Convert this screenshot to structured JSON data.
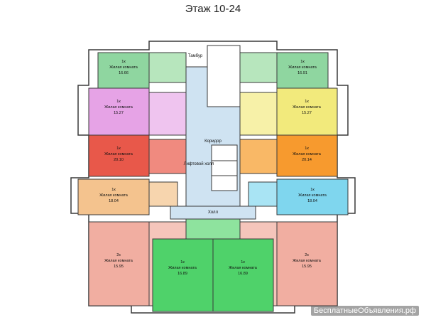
{
  "title": "Этаж 10-24",
  "watermark": "БесплатныеОбъявления.рф",
  "labels": {
    "corridor": "Коридор",
    "hall": "Холл",
    "lift_hall": "Лифтовой холл",
    "vestibule": "Тамбур"
  },
  "colors": {
    "green": "#8fd6a0",
    "light_green": "#b7e6bd",
    "magenta": "#e6a3e6",
    "red": "#e8584a",
    "orange_light": "#f4c38e",
    "orange": "#f79a2e",
    "yellow": "#f2ea7c",
    "cyan": "#7fd6ee",
    "salmon": "#f1aea1",
    "bright_green": "#4fd26a",
    "blue_light": "#cfe3f2",
    "wall": "#3a3a3a"
  },
  "apartments": [
    {
      "id": "ne-green",
      "tag": "1к",
      "room": "Жилая комната",
      "area": "16.91"
    },
    {
      "id": "nw-green",
      "tag": "1к",
      "room": "Жилая комната",
      "area": "16.66"
    },
    {
      "id": "w-magenta",
      "tag": "1к",
      "room": "Жилая комната",
      "area": "15.27"
    },
    {
      "id": "e-yellow",
      "tag": "1к",
      "room": "Жилая комната",
      "area": "15.27"
    },
    {
      "id": "w-red",
      "tag": "1к",
      "room": "Жилая комната",
      "area": "20.10"
    },
    {
      "id": "e-orange",
      "tag": "1к",
      "room": "Жилая комната",
      "area": "20.14"
    },
    {
      "id": "w-orange-light",
      "tag": "1к",
      "room": "Жилая комната",
      "area": "18.04"
    },
    {
      "id": "e-cyan",
      "tag": "1к",
      "room": "Жилая комната",
      "area": "18.04"
    },
    {
      "id": "sw-salmon",
      "tag": "2к",
      "room": "Жилая комната",
      "area": "15.95"
    },
    {
      "id": "se-salmon",
      "tag": "2к",
      "room": "Жилая комната",
      "area": "15.95"
    },
    {
      "id": "s-green-l",
      "tag": "1к",
      "room": "Жилая комната",
      "area": "16.89"
    },
    {
      "id": "s-green-r",
      "tag": "1к",
      "room": "Жилая комната",
      "area": "16.89"
    }
  ]
}
